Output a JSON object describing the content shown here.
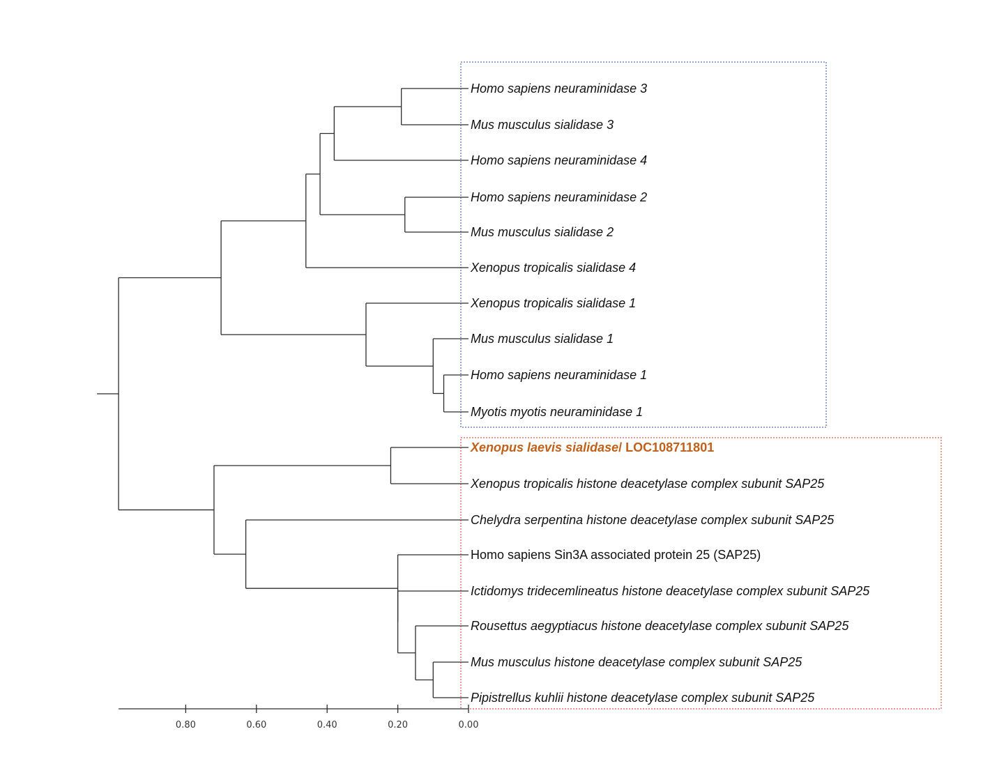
{
  "colors": {
    "branch": "#2b2b2b",
    "highlight_text": "#c0601a",
    "group_box_sialidase": "#2a4d9b",
    "group_box_sap25": "#d0302a"
  },
  "scale_axis": {
    "ticks": [
      0.8,
      0.6,
      0.4,
      0.2,
      0.0
    ],
    "tick_labels": [
      "0.80",
      "0.60",
      "0.40",
      "0.20",
      "0.00"
    ]
  },
  "leaves": [
    {
      "label": "Homo sapiens neuraminidase 3",
      "italic": true
    },
    {
      "label": "Mus musculus sialidase 3",
      "italic": true
    },
    {
      "label": "Homo sapiens neuraminidase 4",
      "italic": true
    },
    {
      "label": "Homo sapiens neuraminidase 2",
      "italic": true
    },
    {
      "label": "Mus musculus sialidase 2",
      "italic": true
    },
    {
      "label": "Xenopus tropicalis sialidase 4",
      "italic": true
    },
    {
      "label": "Xenopus tropicalis sialidase 1",
      "italic": true
    },
    {
      "label": "Mus musculus sialidase 1",
      "italic": true
    },
    {
      "label": "Homo sapiens neuraminidase 1",
      "italic": true
    },
    {
      "label": "Myotis myotis neuraminidase 1",
      "italic": true
    },
    {
      "label": "Xenopus laevis sialidase",
      "label_suffix": "/ LOC108711801",
      "italic": true,
      "highlight": true
    },
    {
      "label": "Xenopus tropicalis  histone deacetylase complex subunit SAP25",
      "italic": true
    },
    {
      "label": "Chelydra serpentina histone deacetylase complex subunit SAP25",
      "italic": true
    },
    {
      "label": "Homo sapiens Sin3A associated protein 25 (SAP25)",
      "italic": false
    },
    {
      "label": "Ictidomys tridecemlineatus histone deacetylase complex subunit SAP25",
      "italic": true
    },
    {
      "label": "Rousettus aegyptiacus histone deacetylase complex subunit SAP25",
      "italic": true
    },
    {
      "label": "Mus musculus histone deacetylase complex subunit SAP25",
      "italic": true
    },
    {
      "label": "Pipistrellus kuhlii histone deacetylase complex subunit SAP25",
      "italic": true
    }
  ],
  "clades": [
    {
      "id": "n3",
      "height": 0.19,
      "children": [
        "L0",
        "L1"
      ]
    },
    {
      "id": "n34",
      "height": 0.38,
      "children": [
        "n3",
        "L2"
      ]
    },
    {
      "id": "n2",
      "height": 0.18,
      "children": [
        "L3",
        "L4"
      ]
    },
    {
      "id": "n234",
      "height": 0.42,
      "children": [
        "n34",
        "n2"
      ]
    },
    {
      "id": "nX4",
      "height": 0.46,
      "children": [
        "n234",
        "L5"
      ]
    },
    {
      "id": "nMH",
      "height": 0.07,
      "children": [
        "L8",
        "L9"
      ]
    },
    {
      "id": "nM1",
      "height": 0.1,
      "children": [
        "L7",
        "nMH"
      ]
    },
    {
      "id": "n1",
      "height": 0.29,
      "children": [
        "L6",
        "nM1"
      ]
    },
    {
      "id": "nSial",
      "height": 0.7,
      "children": [
        "nX4",
        "n1"
      ]
    },
    {
      "id": "nXen",
      "height": 0.22,
      "children": [
        "L10",
        "L11"
      ]
    },
    {
      "id": "nPM",
      "height": 0.1,
      "children": [
        "L16",
        "L17"
      ]
    },
    {
      "id": "nRPM",
      "height": 0.15,
      "children": [
        "L15",
        "nPM"
      ]
    },
    {
      "id": "nIRPM",
      "height": 0.2,
      "children": [
        "L14",
        "nRPM"
      ]
    },
    {
      "id": "nMam",
      "height": 0.2,
      "children": [
        "L13",
        "nIRPM"
      ]
    },
    {
      "id": "nChe",
      "height": 0.63,
      "children": [
        "L12",
        "nMam"
      ]
    },
    {
      "id": "nSAP",
      "height": 0.72,
      "children": [
        "nXen",
        "nChe"
      ]
    },
    {
      "id": "root",
      "height": 0.99,
      "children": [
        "nSial",
        "nSAP"
      ]
    }
  ]
}
